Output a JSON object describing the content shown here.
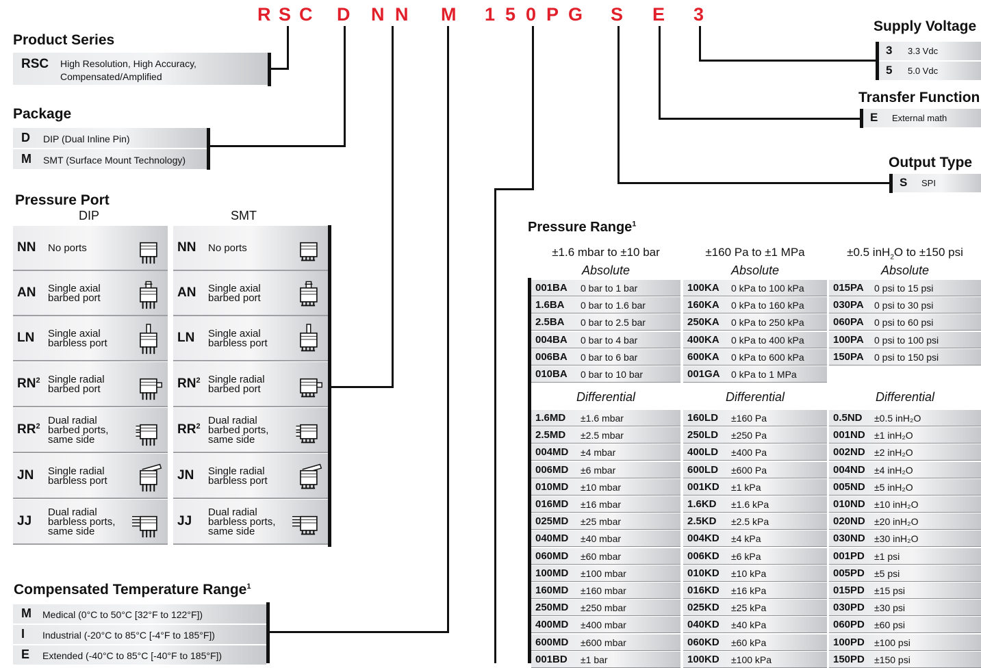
{
  "order_code": [
    {
      "ch": "R"
    },
    {
      "ch": "S"
    },
    {
      "ch": "C"
    },
    {
      "ch": "D"
    },
    {
      "ch": "N"
    },
    {
      "ch": "N"
    },
    {
      "ch": "M"
    },
    {
      "ch": "1"
    },
    {
      "ch": "5"
    },
    {
      "ch": "0"
    },
    {
      "ch": "P"
    },
    {
      "ch": "G"
    },
    {
      "ch": "S"
    },
    {
      "ch": "E"
    },
    {
      "ch": "3"
    }
  ],
  "colors": {
    "accent": "#e2202b",
    "text": "#111111",
    "bar_light": "#f3f4f5",
    "bar_dark": "#c6c8cb"
  },
  "product_series": {
    "title": "Product Series",
    "code": "RSC",
    "desc": "High Resolution, High Accuracy,\nCompensated/Amplified"
  },
  "package": {
    "title": "Package",
    "items": [
      {
        "code": "D",
        "desc": "DIP (Dual Inline Pin)"
      },
      {
        "code": "M",
        "desc": "SMT (Surface Mount Technology)"
      }
    ]
  },
  "pressure_port": {
    "title": "Pressure Port",
    "dip_label": "DIP",
    "smt_label": "SMT",
    "dip": [
      {
        "code": "NN",
        "sup": "",
        "desc": "No ports",
        "icon": "dip-no-port-icon"
      },
      {
        "code": "AN",
        "sup": "",
        "desc": "Single axial\nbarbed port",
        "icon": "dip-axial-barbed-icon"
      },
      {
        "code": "LN",
        "sup": "",
        "desc": "Single axial\nbarbless port",
        "icon": "dip-axial-barbless-icon"
      },
      {
        "code": "RN",
        "sup": "2",
        "desc": "Single radial\nbarbed port",
        "icon": "dip-radial-barbed-icon"
      },
      {
        "code": "RR",
        "sup": "2",
        "desc": "Dual radial\nbarbed ports,\nsame side",
        "icon": "dip-dual-radial-barbed-icon"
      },
      {
        "code": "JN",
        "sup": "",
        "desc": "Single radial\nbarbless port",
        "icon": "dip-radial-barbless-icon"
      },
      {
        "code": "JJ",
        "sup": "",
        "desc": "Dual radial\nbarbless ports,\nsame side",
        "icon": "dip-dual-radial-barbless-icon"
      }
    ],
    "smt": [
      {
        "code": "NN",
        "sup": "",
        "desc": "No ports",
        "icon": "smt-no-port-icon"
      },
      {
        "code": "AN",
        "sup": "",
        "desc": "Single axial\nbarbed port",
        "icon": "smt-axial-barbed-icon"
      },
      {
        "code": "LN",
        "sup": "",
        "desc": "Single axial\nbarbless port",
        "icon": "smt-axial-barbless-icon"
      },
      {
        "code": "RN",
        "sup": "2",
        "desc": "Single radial\nbarbed port",
        "icon": "smt-radial-barbed-icon"
      },
      {
        "code": "RR",
        "sup": "2",
        "desc": "Dual radial\nbarbed ports,\nsame side",
        "icon": "smt-dual-radial-barbed-icon"
      },
      {
        "code": "JN",
        "sup": "",
        "desc": "Single radial\nbarbless port",
        "icon": "smt-radial-barbless-icon"
      },
      {
        "code": "JJ",
        "sup": "",
        "desc": "Dual radial\nbarbless ports,\nsame side",
        "icon": "smt-dual-radial-barbless-icon"
      }
    ]
  },
  "temperature": {
    "title": "Compensated Temperature Range",
    "sup": "1",
    "items": [
      {
        "code": "M",
        "desc": "Medical (0°C to 50°C [32°F to 122°F])"
      },
      {
        "code": "I",
        "desc": "Industrial (-20°C to 85°C [-4°F to 185°F])"
      },
      {
        "code": "E",
        "desc": "Extended (-40°C to 85°C [-40°F to 185°F])"
      }
    ]
  },
  "supply_voltage": {
    "title": "Supply Voltage",
    "items": [
      {
        "code": "3",
        "desc": "3.3 Vdc"
      },
      {
        "code": "5",
        "desc": "5.0 Vdc"
      }
    ]
  },
  "transfer_function": {
    "title": "Transfer Function",
    "items": [
      {
        "code": "E",
        "desc": "External math"
      }
    ]
  },
  "output_type": {
    "title": "Output Type",
    "items": [
      {
        "code": "S",
        "desc": "SPI"
      }
    ]
  },
  "pressure_range": {
    "title": "Pressure Range",
    "sup": "1",
    "columns": [
      {
        "head_pre": "±1.6 mbar to ±10 bar",
        "head_sub": "",
        "head_post": "",
        "abs_label": "Absolute",
        "absolute": [
          {
            "code": "001BA",
            "desc": "0 bar to 1 bar"
          },
          {
            "code": "1.6BA",
            "desc": "0 bar to 1.6 bar"
          },
          {
            "code": "2.5BA",
            "desc": "0 bar to 2.5 bar"
          },
          {
            "code": "004BA",
            "desc": "0 bar to 4 bar"
          },
          {
            "code": "006BA",
            "desc": "0 bar to 6 bar"
          },
          {
            "code": "010BA",
            "desc": "0 bar to 10 bar"
          }
        ],
        "diff_label": "Differential",
        "differential": [
          {
            "code": "1.6MD",
            "desc": "±1.6 mbar"
          },
          {
            "code": "2.5MD",
            "desc": "±2.5 mbar"
          },
          {
            "code": "004MD",
            "desc": "±4 mbar"
          },
          {
            "code": "006MD",
            "desc": "±6 mbar"
          },
          {
            "code": "010MD",
            "desc": "±10 mbar"
          },
          {
            "code": "016MD",
            "desc": "±16 mbar"
          },
          {
            "code": "025MD",
            "desc": "±25 mbar"
          },
          {
            "code": "040MD",
            "desc": "±40 mbar"
          },
          {
            "code": "060MD",
            "desc": "±60 mbar"
          },
          {
            "code": "100MD",
            "desc": "±100 mbar"
          },
          {
            "code": "160MD",
            "desc": "±160 mbar"
          },
          {
            "code": "250MD",
            "desc": "±250 mbar"
          },
          {
            "code": "400MD",
            "desc": "±400 mbar"
          },
          {
            "code": "600MD",
            "desc": "±600 mbar"
          },
          {
            "code": "001BD",
            "desc": "±1 bar"
          }
        ]
      },
      {
        "head_pre": "±160 Pa to ±1 MPa",
        "head_sub": "",
        "head_post": "",
        "abs_label": "Absolute",
        "absolute": [
          {
            "code": "100KA",
            "desc": "0 kPa to 100 kPa"
          },
          {
            "code": "160KA",
            "desc": "0 kPa to 160 kPa"
          },
          {
            "code": "250KA",
            "desc": "0 kPa to 250 kPa"
          },
          {
            "code": "400KA",
            "desc": "0 kPa to 400 kPa"
          },
          {
            "code": "600KA",
            "desc": "0 kPa to 600 kPa"
          },
          {
            "code": "001GA",
            "desc": "0 kPa to 1 MPa"
          }
        ],
        "diff_label": "Differential",
        "differential": [
          {
            "code": "160LD",
            "desc": "±160 Pa"
          },
          {
            "code": "250LD",
            "desc": "±250 Pa"
          },
          {
            "code": "400LD",
            "desc": "±400 Pa"
          },
          {
            "code": "600LD",
            "desc": "±600 Pa"
          },
          {
            "code": "001KD",
            "desc": "±1 kPa"
          },
          {
            "code": "1.6KD",
            "desc": "±1.6 kPa"
          },
          {
            "code": "2.5KD",
            "desc": "±2.5 kPa"
          },
          {
            "code": "004KD",
            "desc": "±4 kPa"
          },
          {
            "code": "006KD",
            "desc": "±6 kPa"
          },
          {
            "code": "010KD",
            "desc": "±10 kPa"
          },
          {
            "code": "016KD",
            "desc": "±16 kPa"
          },
          {
            "code": "025KD",
            "desc": "±25 kPa"
          },
          {
            "code": "040KD",
            "desc": "±40 kPa"
          },
          {
            "code": "060KD",
            "desc": "±60 kPa"
          },
          {
            "code": "100KD",
            "desc": "±100 kPa"
          }
        ]
      },
      {
        "head_pre": "±0.5 inH",
        "head_sub": "2",
        "head_post": "O to ±150 psi",
        "abs_label": "Absolute",
        "absolute": [
          {
            "code": "015PA",
            "desc": "0 psi to 15 psi"
          },
          {
            "code": "030PA",
            "desc": "0 psi to 30 psi"
          },
          {
            "code": "060PA",
            "desc": "0 psi to 60 psi"
          },
          {
            "code": "100PA",
            "desc": "0 psi to 100 psi"
          },
          {
            "code": "150PA",
            "desc": "0 psi to 150 psi"
          }
        ],
        "diff_label": "Differential",
        "differential": [
          {
            "code": "0.5ND",
            "desc": "±0.5 inH₂O"
          },
          {
            "code": "001ND",
            "desc": "±1 inH₂O"
          },
          {
            "code": "002ND",
            "desc": "±2 inH₂O"
          },
          {
            "code": "004ND",
            "desc": "±4 inH₂O"
          },
          {
            "code": "005ND",
            "desc": "±5 inH₂O"
          },
          {
            "code": "010ND",
            "desc": "±10 inH₂O"
          },
          {
            "code": "020ND",
            "desc": "±20 inH₂O"
          },
          {
            "code": "030ND",
            "desc": "±30 inH₂O"
          },
          {
            "code": "001PD",
            "desc": "±1 psi"
          },
          {
            "code": "005PD",
            "desc": "±5 psi"
          },
          {
            "code": "015PD",
            "desc": "±15 psi"
          },
          {
            "code": "030PD",
            "desc": "±30 psi"
          },
          {
            "code": "060PD",
            "desc": "±60 psi"
          },
          {
            "code": "100PD",
            "desc": "±100 psi"
          },
          {
            "code": "150PD",
            "desc": "±150 psi"
          }
        ]
      }
    ]
  }
}
